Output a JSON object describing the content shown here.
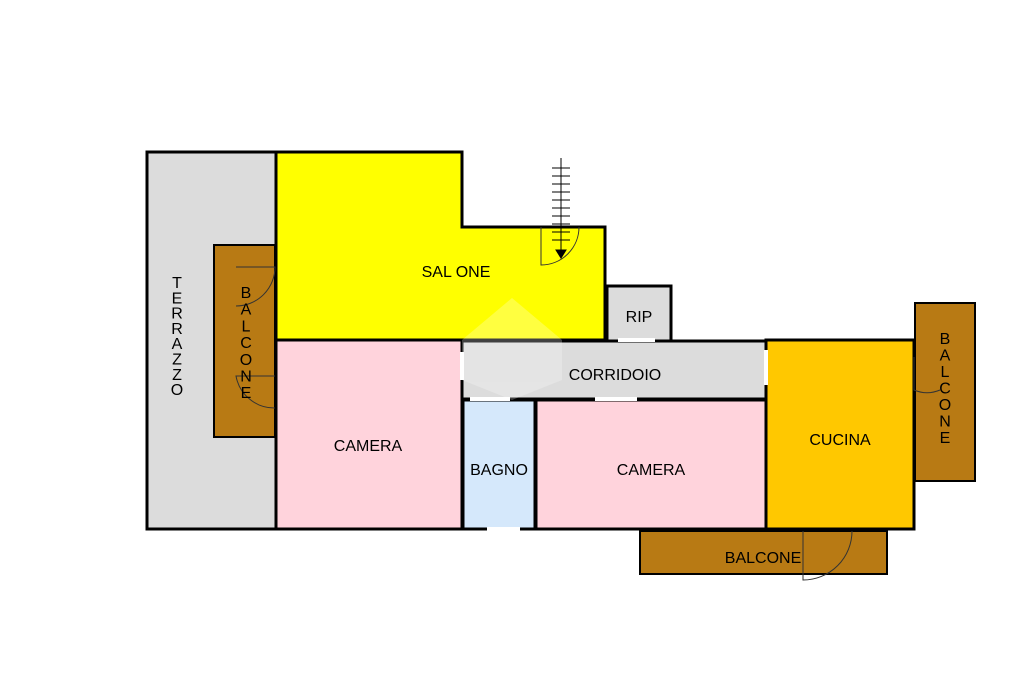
{
  "plan": {
    "colors": {
      "terrazzo": "#dcdcdc",
      "salone": "#ffff00",
      "camera": "#ffd3dc",
      "bagno": "#d5e8fb",
      "corridoio": "#dcdcdc",
      "rip": "#dcdcdc",
      "cucina": "#ffc800",
      "balcone": "#b87a14",
      "wall": "#000000"
    },
    "rooms": {
      "terrazzo": {
        "label": "TERRAZZO"
      },
      "balcone_left": {
        "label": "BALCONE"
      },
      "salone": {
        "label": "SAL ONE"
      },
      "rip": {
        "label": "RIP"
      },
      "corridoio": {
        "label": "CORRIDOIO"
      },
      "camera_left": {
        "label": "CAMERA"
      },
      "bagno": {
        "label": "BAGNO"
      },
      "camera_right": {
        "label": "CAMERA"
      },
      "cucina": {
        "label": "CUCINA"
      },
      "balcone_right": {
        "label": "BALCONE"
      },
      "balcone_bottom": {
        "label": "BALCONE"
      }
    }
  }
}
